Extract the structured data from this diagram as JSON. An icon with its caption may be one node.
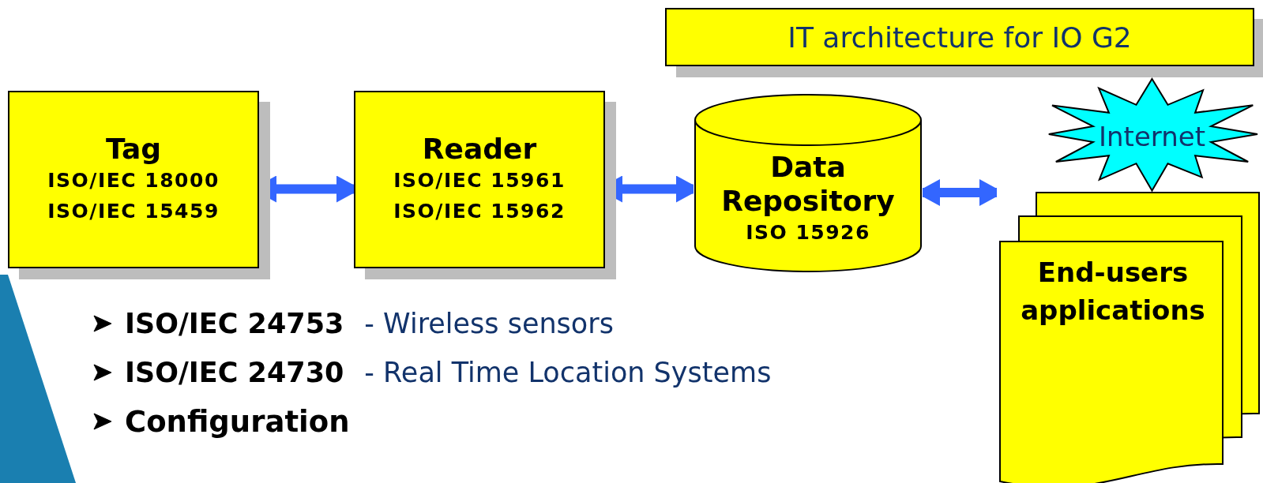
{
  "diagram": {
    "nodes": [
      {
        "text": [
          "Tag",
          "ISO/IEC 18000",
          "ISO/IEC 15459"
        ]
      },
      {
        "text": [
          "Reader",
          "ISO/IEC 15961",
          "ISO/IEC 15962"
        ]
      },
      {
        "text": [
          "Data Repository",
          "ISO 15926"
        ]
      },
      {
        "text": [
          "IT architecture for IO G2"
        ]
      },
      {
        "text": [
          "Internet"
        ]
      },
      {
        "text": [
          "End-users applications"
        ]
      }
    ],
    "edges": [
      {
        "from": 0,
        "to": 1,
        "arrow": "both"
      },
      {
        "from": 1,
        "to": 2,
        "arrow": "both"
      },
      {
        "from": 2,
        "to": 5,
        "arrow": "both"
      }
    ],
    "labels": [
      "ISO/IEC 24753",
      "- Wireless sensors",
      "ISO/IEC 24730",
      "- Real Time Location Systems",
      "Configuration"
    ]
  }
}
